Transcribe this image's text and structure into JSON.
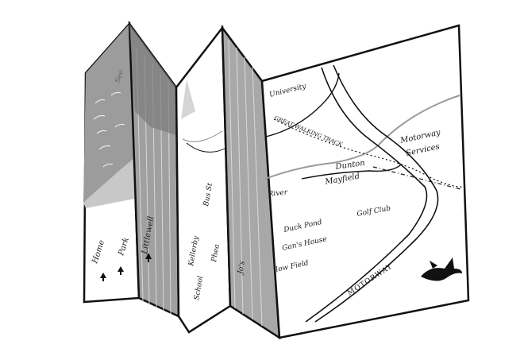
{
  "map": {
    "labels": {
      "university": "University",
      "great_walking_track": "GREAT WALKING TRACK",
      "motorway_services_1": "Motorway",
      "motorway_services_2": "Services",
      "dunton": "Dunton",
      "mayfield": "Mayfield",
      "river": "River",
      "duck_pond": "Duck Pond",
      "golf_club": "Golf Club",
      "gans_house": "Gan's House",
      "low_field": "low Field",
      "motorway": "MOTORWAY",
      "home": "Home",
      "park": "Park",
      "littlewell": "Littlewell",
      "bus_st": "Bus St",
      "kellerby": "Kellerby",
      "phea": "Phea",
      "school": "School",
      "see": "See"
    },
    "icons": [
      "tree-icon",
      "bird-icon"
    ],
    "colors": {
      "ink": "#111111",
      "panel_dark": "#8a8a8a",
      "panel_mid": "#b3b3b3",
      "panel_light": "#d9d9d9",
      "paper": "#ffffff"
    }
  }
}
